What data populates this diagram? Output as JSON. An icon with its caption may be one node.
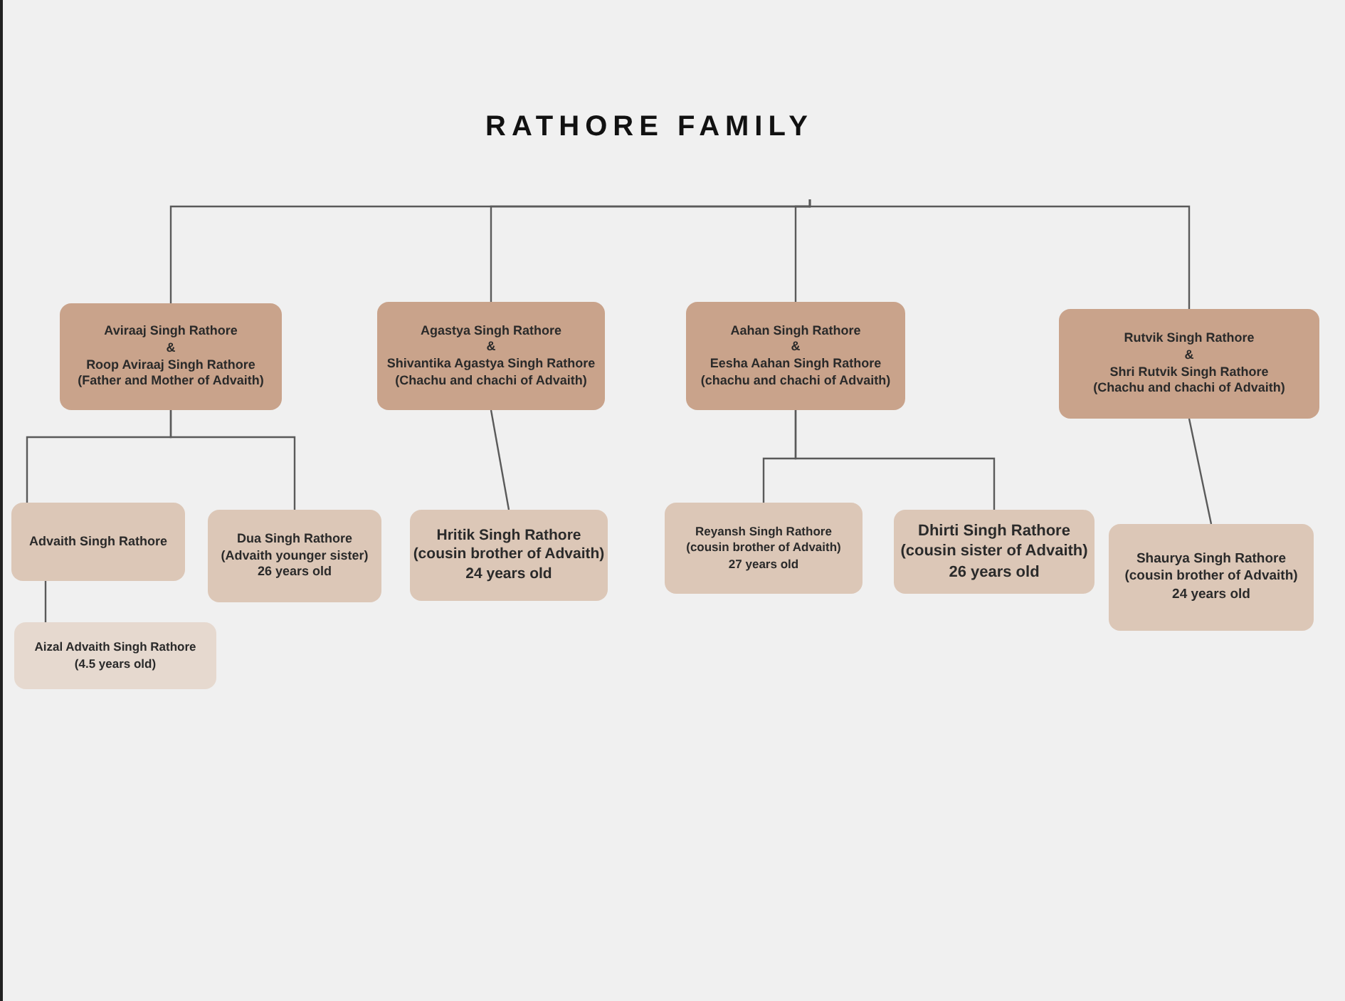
{
  "diagram": {
    "title": "RATHORE FAMILY",
    "nodes": [
      {
        "text": [
          "Aviraaj Singh Rathore",
          "&",
          "Roop Aviraaj Singh Rathore",
          "(Father and Mother of Advaith)"
        ]
      },
      {
        "text": [
          "Agastya Singh Rathore",
          "&",
          "Shivantika Agastya Singh Rathore",
          "(Chachu and chachi of Advaith)"
        ]
      },
      {
        "text": [
          "Aahan Singh Rathore",
          "&",
          "Eesha Aahan Singh Rathore",
          "(chachu and chachi of Advaith)"
        ]
      },
      {
        "text": [
          "Rutvik Singh Rathore",
          "&",
          "Shri Rutvik Singh Rathore",
          "(Chachu and chachi of Advaith)"
        ]
      },
      {
        "text": [
          "Advaith Singh Rathore"
        ]
      },
      {
        "text": [
          "Dua Singh Rathore",
          "(Advaith younger sister)",
          "26 years old"
        ]
      },
      {
        "text": [
          "Hritik Singh Rathore",
          "(cousin brother of Advaith)",
          "24 years old"
        ]
      },
      {
        "text": [
          "Reyansh Singh Rathore",
          "(cousin brother of Advaith)",
          "27 years old"
        ]
      },
      {
        "text": [
          "Dhirti Singh Rathore",
          "(cousin sister of Advaith)",
          "26 years old"
        ]
      },
      {
        "text": [
          "Shaurya Singh Rathore",
          "(cousin brother of Advaith)",
          "24 years old"
        ]
      },
      {
        "text": [
          "Aizal Advaith Singh Rathore",
          "(4.5 years old)"
        ]
      }
    ],
    "edges": [
      {
        "from": null,
        "to": 0,
        "arrow": "none"
      },
      {
        "from": null,
        "to": 1,
        "arrow": "none"
      },
      {
        "from": null,
        "to": 2,
        "arrow": "none"
      },
      {
        "from": null,
        "to": 3,
        "arrow": "none"
      },
      {
        "from": 0,
        "to": 4,
        "arrow": "none"
      },
      {
        "from": 0,
        "to": 5,
        "arrow": "none"
      },
      {
        "from": 1,
        "to": 6,
        "arrow": "none"
      },
      {
        "from": 2,
        "to": 7,
        "arrow": "none"
      },
      {
        "from": 2,
        "to": 8,
        "arrow": "none"
      },
      {
        "from": 3,
        "to": 9,
        "arrow": "none"
      },
      {
        "from": 4,
        "to": 10,
        "arrow": "none"
      }
    ]
  }
}
